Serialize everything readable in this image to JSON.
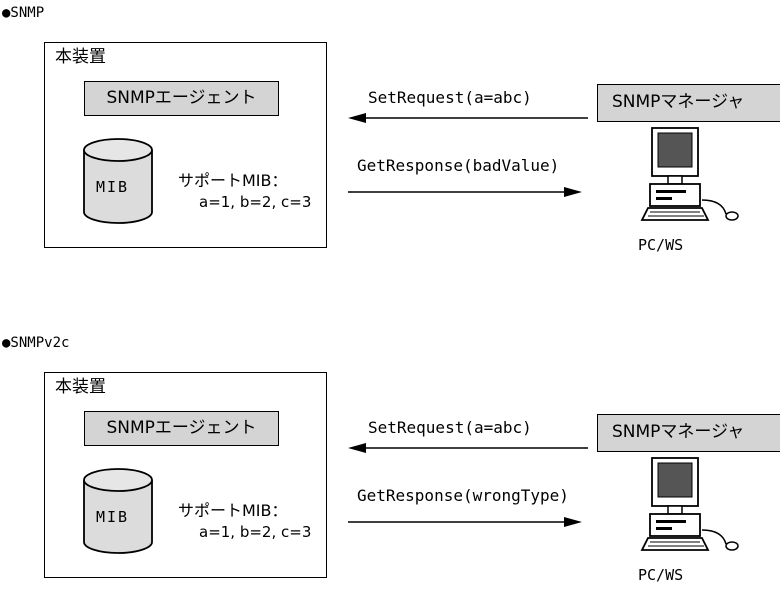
{
  "sections": [
    {
      "title": "●SNMP",
      "device_label": "本装置",
      "agent_label": "SNMPエージェント",
      "mib_label": "MIB",
      "support_label": "サポートMIB：",
      "support_values": "a=1, b=2, c=3",
      "request": "SetRequest(a=abc)",
      "response": "GetResponse(badValue)",
      "manager_label": "SNMPマネージャ",
      "pc_label": "PC/WS"
    },
    {
      "title": "●SNMPv2c",
      "device_label": "本装置",
      "agent_label": "SNMPエージェント",
      "mib_label": "MIB",
      "support_label": "サポートMIB：",
      "support_values": "a=1, b=2, c=3",
      "request": "SetRequest(a=abc)",
      "response": "GetResponse(wrongType)",
      "manager_label": "SNMPマネージャ",
      "pc_label": "PC/WS"
    }
  ],
  "colors": {
    "box_fill": "#d4d4d4",
    "stroke": "#000000",
    "cylinder_fill": "#dcdcdc"
  },
  "icons": [
    "database-cylinder-icon",
    "desktop-computer-icon"
  ]
}
